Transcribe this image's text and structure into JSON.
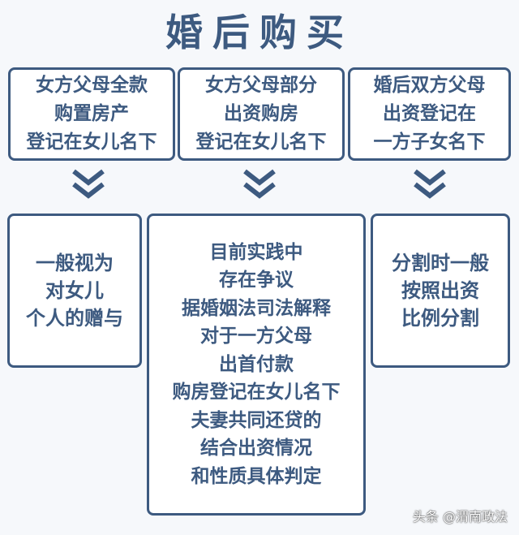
{
  "title": "婚后购买",
  "scenarios": [
    {
      "lines": [
        "女方父母全款",
        "购置房产",
        "登记在女儿名下"
      ]
    },
    {
      "lines": [
        "女方父母部分",
        "出资购房",
        "登记在女儿名下"
      ]
    },
    {
      "lines": [
        "婚后双方父母",
        "出资登记在",
        "一方子女名下"
      ]
    }
  ],
  "outcomes": [
    {
      "lines": [
        "一般视为",
        "对女儿",
        "个人的赠与"
      ]
    },
    {
      "lines": [
        "目前实践中",
        "存在争议",
        "据婚姻法司法解释",
        "对于一方父母",
        "出首付款",
        "购房登记在女儿名下",
        "夫妻共同还贷的",
        "结合出资情况",
        "和性质具体判定"
      ]
    },
    {
      "lines": [
        "分割时一般",
        "按照出资",
        "比例分割"
      ]
    }
  ],
  "watermark": "头条 @渭南政法",
  "colors": {
    "primary": "#3d5a80",
    "background": "#f6f8fb"
  },
  "icons": {
    "arrow": "double-chevron-down-icon"
  }
}
